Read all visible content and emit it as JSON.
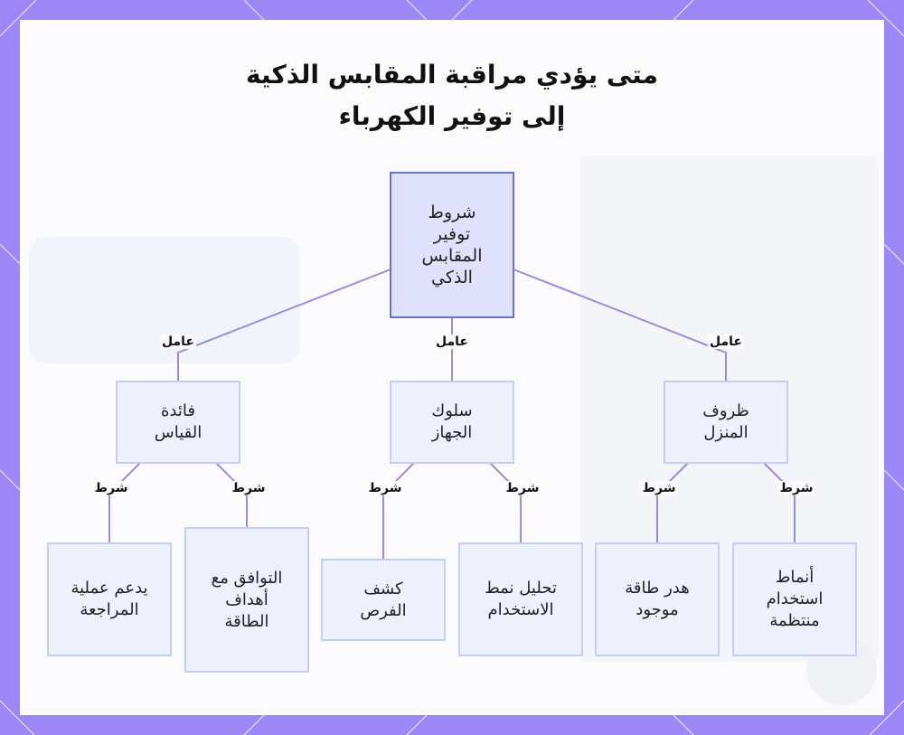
{
  "title_line1": "متى يؤدي مراقبة المقابس الذكية",
  "title_line2": "إلى توفير الكهرباء",
  "root": "شروط توفير المقابس الذكي",
  "factors": [
    {
      "label": "فائدة القياس",
      "edge": "عامل"
    },
    {
      "label": "سلوك الجهاز",
      "edge": "عامل"
    },
    {
      "label": "ظروف المنزل",
      "edge": "عامل"
    }
  ],
  "conditions": [
    {
      "label": "يدعم عملية المراجعة",
      "edge": "شرط"
    },
    {
      "label": "التوافق مع أهداف الطاقة",
      "edge": "شرط"
    },
    {
      "label": "كشف الفرص",
      "edge": "شرط"
    },
    {
      "label": "تحليل نمط الاستخدام",
      "edge": "شرط"
    },
    {
      "label": "هدر طاقة موجود",
      "edge": "شرط"
    },
    {
      "label": "أنماط استخدام منتظمة",
      "edge": "شرط"
    }
  ],
  "colors": {
    "edge": "#a08ad6",
    "frame": "#9b87f5",
    "root_border": "#6b73c8",
    "node_border": "#c6cdf0"
  }
}
